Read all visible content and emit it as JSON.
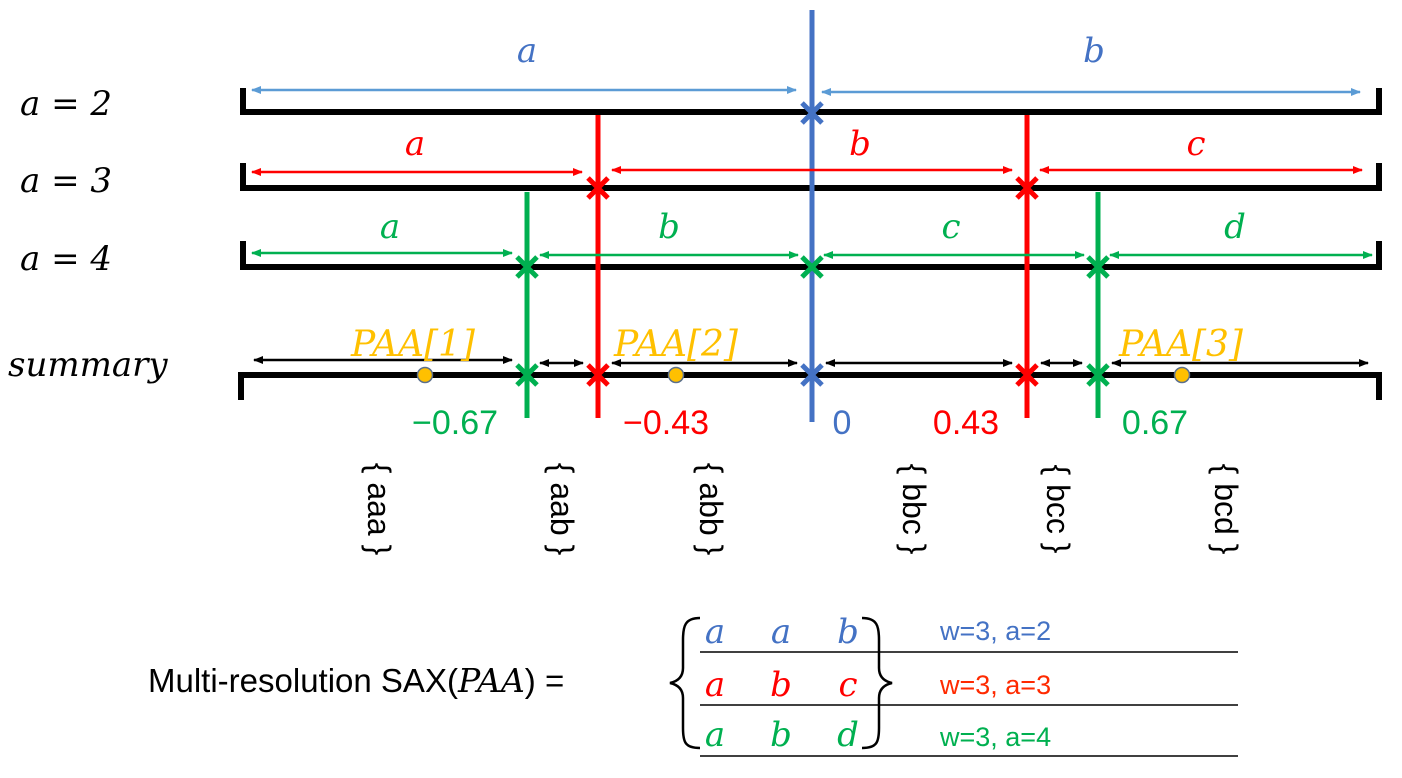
{
  "colors": {
    "blue": "#4472C4",
    "lightblue": "#5B9BD5",
    "red": "#FF0000",
    "green": "#00B050",
    "orange": "#FFC000",
    "black": "#000000"
  },
  "rows": [
    {
      "label": "a = 2",
      "segments": [
        "a",
        "b"
      ]
    },
    {
      "label": "a = 3",
      "segments": [
        "a",
        "b",
        "c"
      ]
    },
    {
      "label": "a = 4",
      "segments": [
        "a",
        "b",
        "c",
        "d"
      ]
    }
  ],
  "summary_label": "summary",
  "paa_labels": [
    "PAA[1]",
    "PAA[2]",
    "PAA[3]"
  ],
  "breakpoints": [
    "−0.67",
    "−0.43",
    "0",
    "0.43",
    "0.67"
  ],
  "words": [
    "{ aaa }",
    "{ aab }",
    "{ abb }",
    "{ bbc }",
    "{ bcc }",
    "{ bcd }"
  ],
  "formula": {
    "prefix": "Multi-resolution SAX(",
    "arg": "PAA",
    "suffix": ") ="
  },
  "matrix": [
    {
      "letters": [
        "a",
        "a",
        "b"
      ],
      "note": "w=3, a=2"
    },
    {
      "letters": [
        "a",
        "b",
        "c"
      ],
      "note": "w=3, a=3"
    },
    {
      "letters": [
        "a",
        "b",
        "d"
      ],
      "note": "w=3, a=4"
    }
  ]
}
